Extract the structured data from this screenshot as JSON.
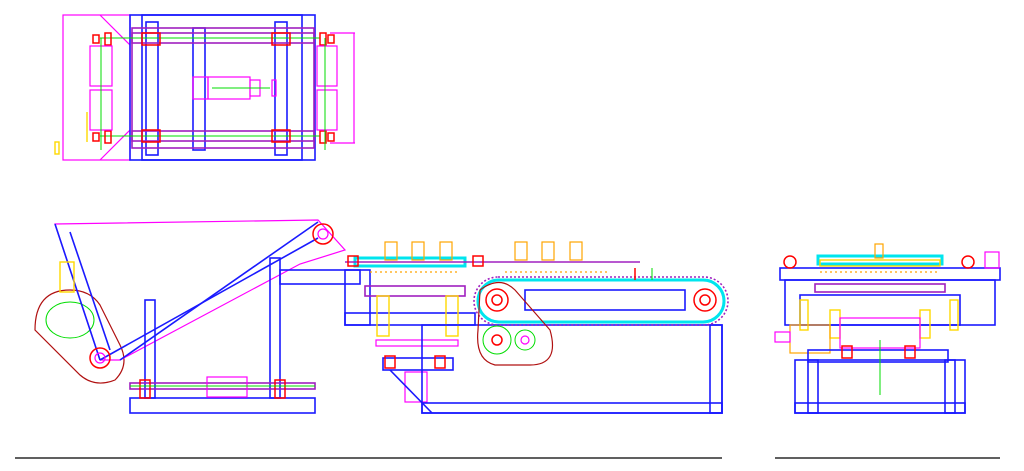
{
  "drawing": {
    "views": [
      "top-view",
      "side-view",
      "front-view"
    ],
    "colors": {
      "frame": "#1a1aff",
      "guard": "#ff00ff",
      "bearing": "#ff0000",
      "shaft": "#00dd00",
      "belt": "#00e5ee",
      "bracket": "#ffd800",
      "background": "#ffffff"
    }
  }
}
